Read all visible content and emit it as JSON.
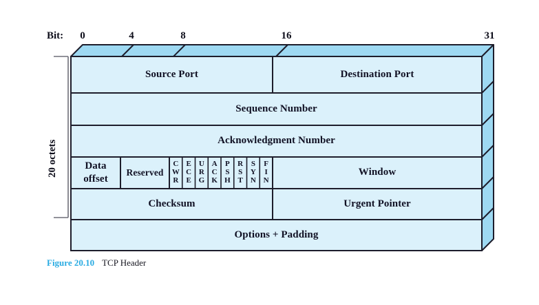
{
  "figure": {
    "number": "Figure 20.10",
    "title": "TCP Header",
    "number_color": "#29abe2"
  },
  "bit_ruler": {
    "label": "Bit:",
    "ticks": [
      {
        "value": "0",
        "bit": 0
      },
      {
        "value": "4",
        "bit": 4
      },
      {
        "value": "8",
        "bit": 8
      },
      {
        "value": "16",
        "bit": 16
      },
      {
        "value": "31",
        "bit": 31
      }
    ]
  },
  "side_bracket": {
    "label": "20 octets"
  },
  "colors": {
    "front_face": "#dbf1fb",
    "top_face": "#9ed9f2",
    "right_face": "#9ed9f2",
    "stroke": "#1d1d2b"
  },
  "rows": [
    {
      "name": "ports",
      "fields": [
        {
          "label": "Source Port",
          "bits": 16
        },
        {
          "label": "Destination Port",
          "bits": 16
        }
      ]
    },
    {
      "name": "sequence",
      "fields": [
        {
          "label": "Sequence Number",
          "bits": 32
        }
      ]
    },
    {
      "name": "acknowledgment",
      "fields": [
        {
          "label": "Acknowledgment Number",
          "bits": 32
        }
      ]
    },
    {
      "name": "offset-flags-window",
      "fields": [
        {
          "label": "Data offset",
          "bits": 4
        },
        {
          "label": "Reserved",
          "bits": 4
        },
        {
          "label": "Window",
          "bits": 16
        }
      ],
      "flags": [
        {
          "name": "CWR",
          "letters": [
            "C",
            "W",
            "R"
          ]
        },
        {
          "name": "ECE",
          "letters": [
            "E",
            "C",
            "E"
          ]
        },
        {
          "name": "URG",
          "letters": [
            "U",
            "R",
            "G"
          ]
        },
        {
          "name": "ACK",
          "letters": [
            "A",
            "C",
            "K"
          ]
        },
        {
          "name": "PSH",
          "letters": [
            "P",
            "S",
            "H"
          ]
        },
        {
          "name": "RST",
          "letters": [
            "R",
            "S",
            "T"
          ]
        },
        {
          "name": "SYN",
          "letters": [
            "S",
            "Y",
            "N"
          ]
        },
        {
          "name": "FIN",
          "letters": [
            "F",
            "I",
            "N"
          ]
        }
      ]
    },
    {
      "name": "checksum-urgent",
      "fields": [
        {
          "label": "Checksum",
          "bits": 16
        },
        {
          "label": "Urgent Pointer",
          "bits": 16
        }
      ]
    },
    {
      "name": "options",
      "fields": [
        {
          "label": "Options + Padding",
          "bits": 32
        }
      ]
    }
  ]
}
